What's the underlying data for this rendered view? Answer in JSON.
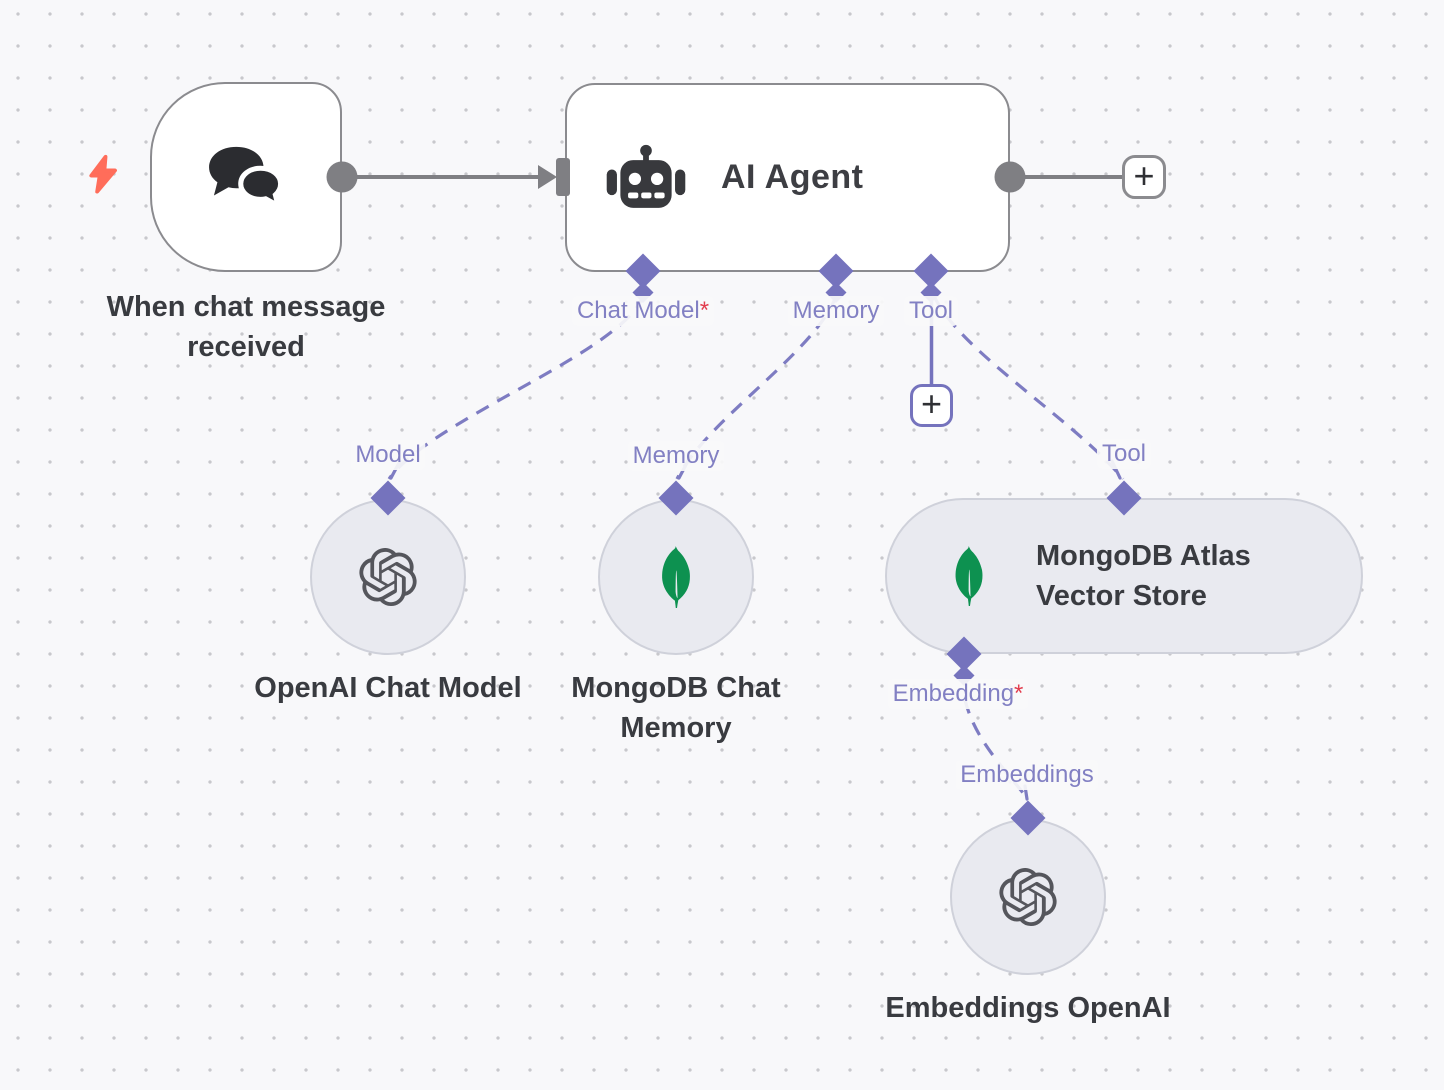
{
  "canvas": {
    "background": "#f8f8fa",
    "dot_color": "#c8c8cc",
    "node_border_gray": "#8b8b8f",
    "connection_gray": "#7f7f83",
    "diamond_purple": "#7573bd",
    "dash_purple": "#7e7cc2",
    "port_label_purple": "#8280c3",
    "text_dark": "#393b40",
    "required_red": "#e23d4e",
    "trigger_bolt_orange": "#ff6d5a",
    "mongodb_green": "#0d9150",
    "sub_node_fill": "#e9eaf0"
  },
  "trigger": {
    "title": "When chat message received",
    "icon": "chat-bubbles-icon"
  },
  "agent": {
    "title": "AI Agent",
    "icon": "robot-icon",
    "ports": [
      {
        "label": "Chat Model",
        "required_mark": "*"
      },
      {
        "label": "Memory",
        "required_mark": ""
      },
      {
        "label": "Tool",
        "required_mark": ""
      }
    ]
  },
  "sub_nodes": [
    {
      "title": "OpenAI Chat Model",
      "input_label": "Model",
      "icon": "openai-logo-icon"
    },
    {
      "title": "MongoDB Chat Memory",
      "input_label": "Memory",
      "icon": "mongodb-leaf-icon"
    },
    {
      "title": "MongoDB Atlas Vector Store",
      "input_label": "Tool",
      "icon": "mongodb-leaf-icon",
      "output_label": "Embedding",
      "output_required_mark": "*"
    },
    {
      "title": "Embeddings OpenAI",
      "input_label": "Embeddings",
      "icon": "openai-logo-icon"
    }
  ],
  "buttons": {
    "add_output": "+",
    "add_tool": "+"
  }
}
